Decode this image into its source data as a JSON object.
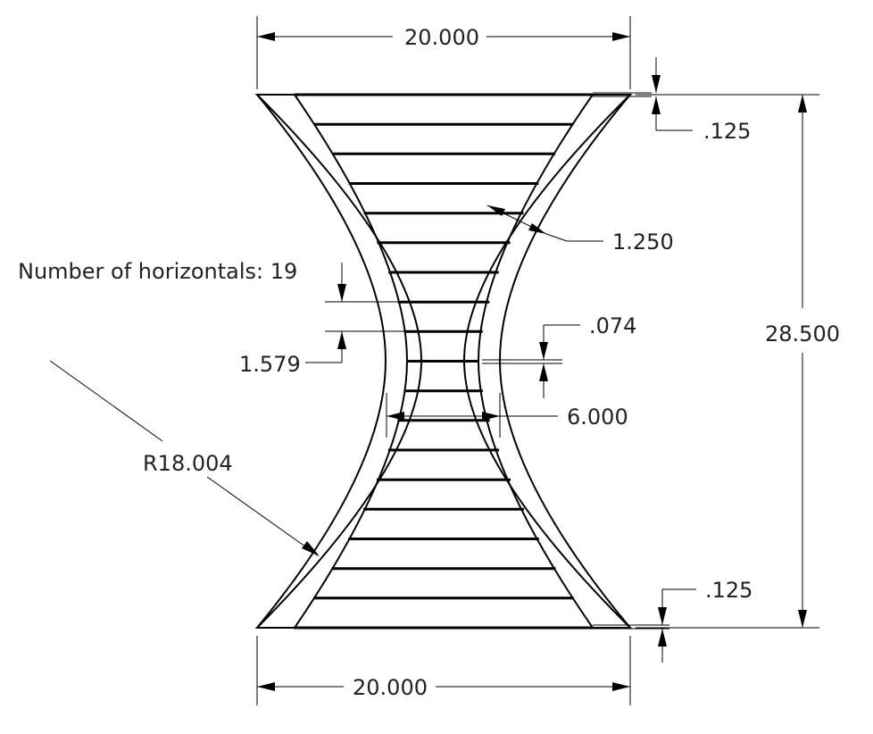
{
  "dimensions": {
    "top_width": "20.000",
    "bottom_width": "20.000",
    "height": "28.500",
    "top_offset": ".125",
    "bottom_offset": ".125",
    "inner_offset": "1.250",
    "rung_thickness": ".074",
    "rung_spacing": "1.579",
    "waist_width": "6.000",
    "radius": "R18.004"
  },
  "note": {
    "horizontals": "Number of horizontals: 19"
  }
}
